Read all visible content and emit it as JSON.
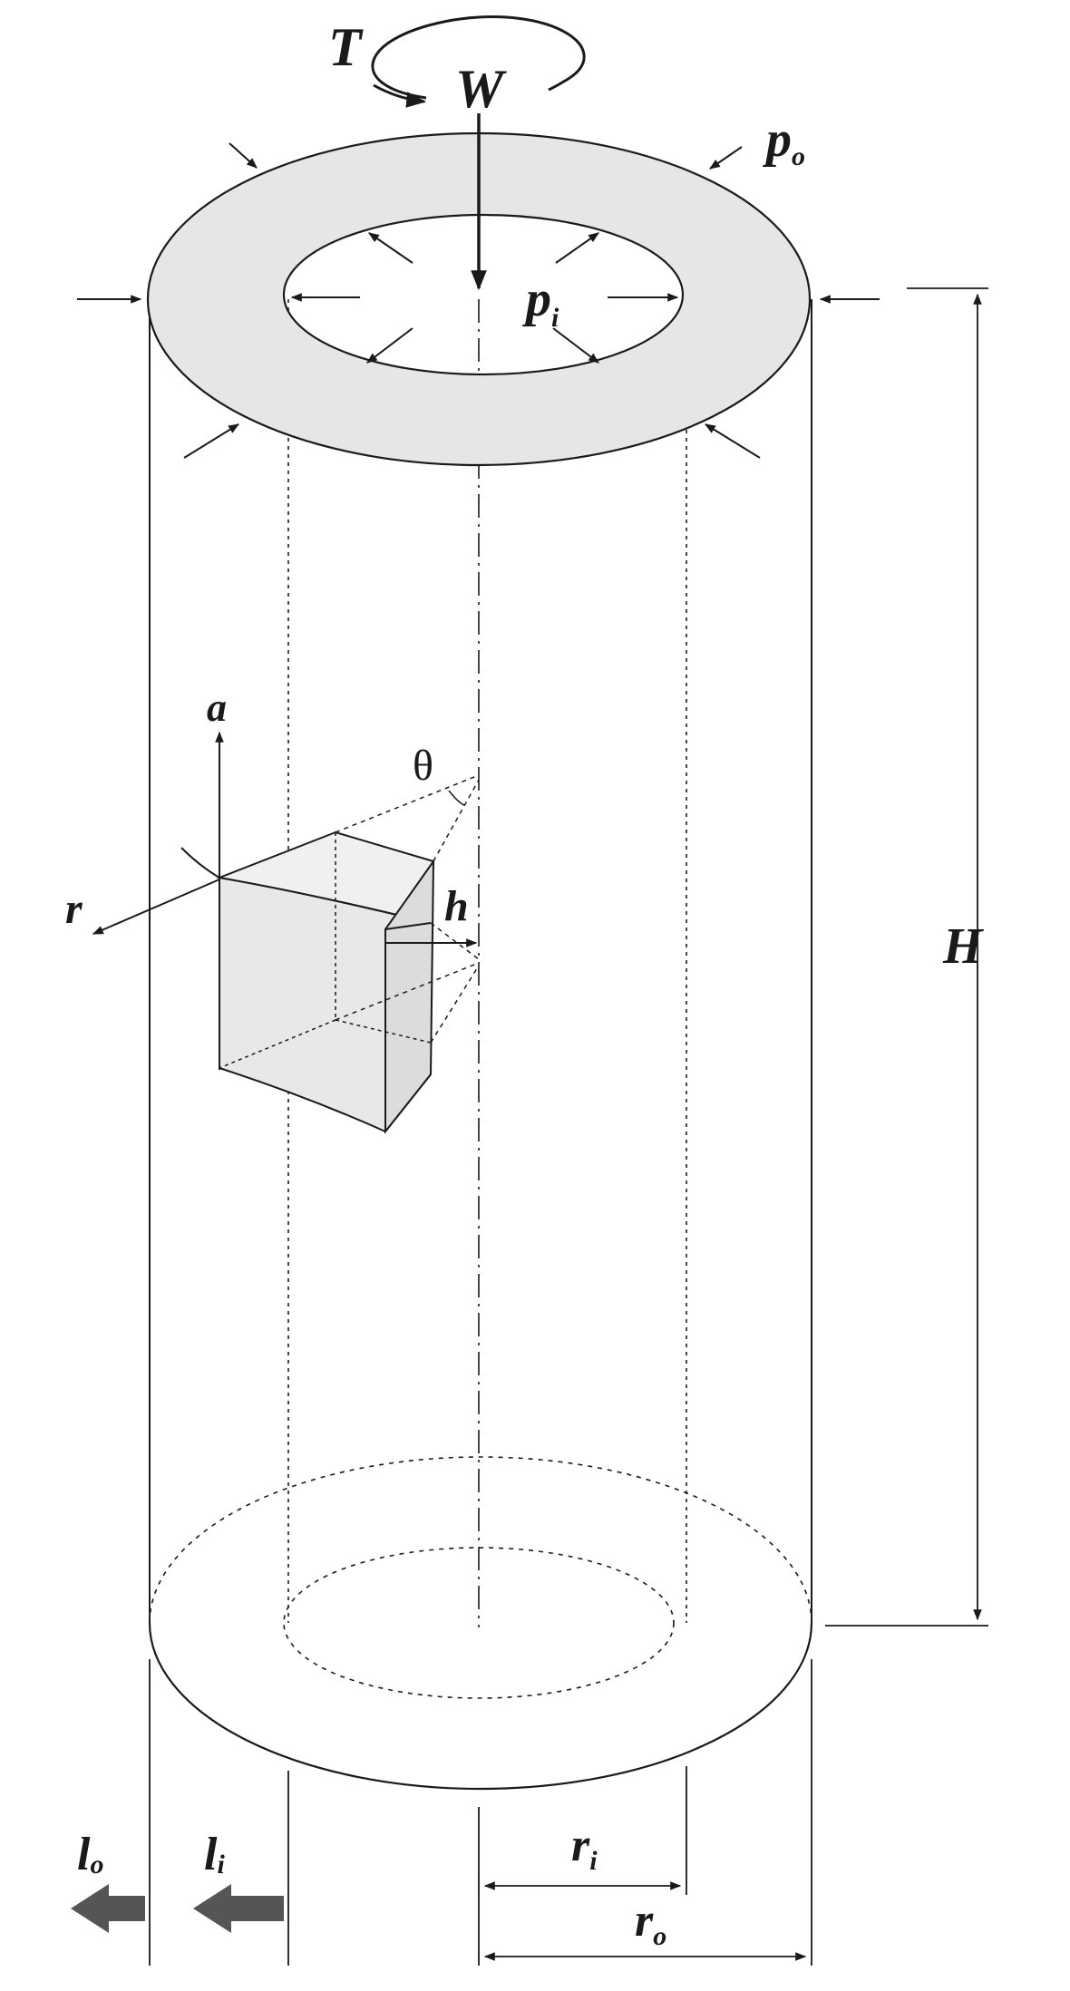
{
  "labels": {
    "torque": "T",
    "axial_load": "W",
    "outer_pressure": "p",
    "outer_pressure_sub": "o",
    "inner_pressure": "p",
    "inner_pressure_sub": "i",
    "axial_axis": "a",
    "radial_axis": "r",
    "hoop_axis": "h",
    "angle": "θ",
    "height": "H",
    "outer_length": "l",
    "outer_length_sub": "o",
    "inner_length": "l",
    "inner_length_sub": "i",
    "inner_radius": "r",
    "inner_radius_sub": "i",
    "outer_radius": "r",
    "outer_radius_sub": "o"
  },
  "colors": {
    "stroke": "#1a1a1a",
    "annulus_fill": "#e6e6e6",
    "element_fill": "#e8e8e8",
    "element_top_fill": "#f0f0f0",
    "arrow_fill": "#555555"
  }
}
